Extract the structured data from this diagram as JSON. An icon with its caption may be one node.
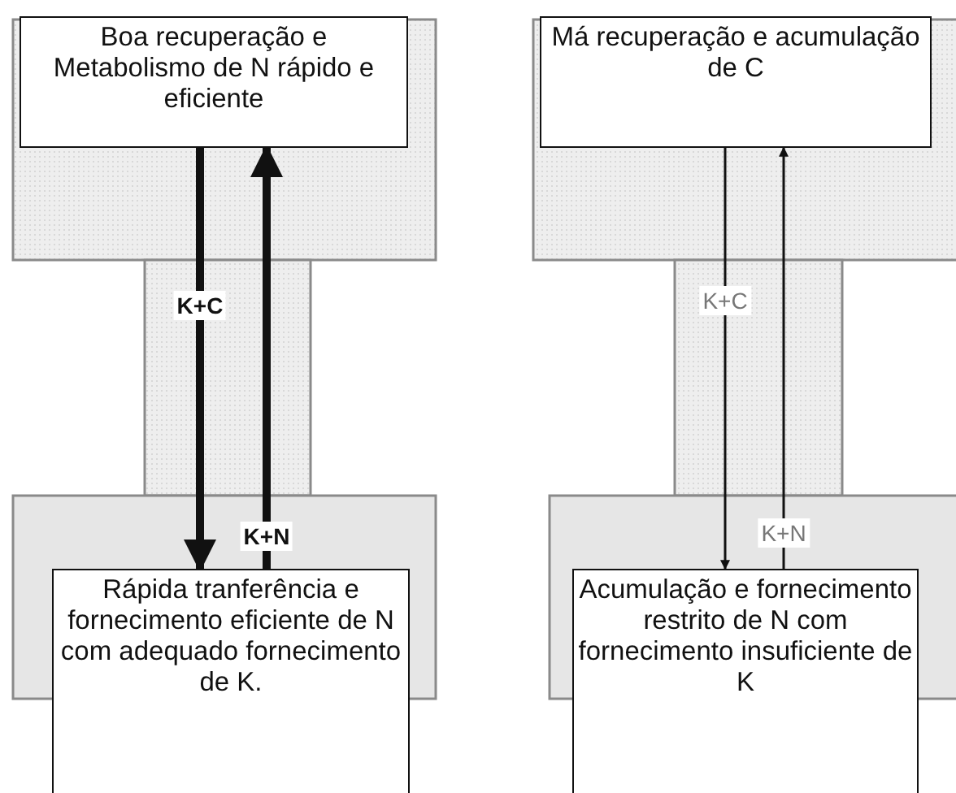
{
  "diagram": {
    "nodes": [
      {
        "text": [
          "Boa recuperação e Metabolismo de N rápido e eficiente"
        ]
      },
      {
        "text": [
          "Má recuperação e acumulação de C"
        ]
      },
      {
        "text": [
          "Rápida tranferência e fornecimento eficiente de N com adequado fornecimento de K."
        ]
      },
      {
        "text": [
          "Acumulação e fornecimento restrito de N com fornecimento insuficiente de K"
        ]
      }
    ],
    "edges": [
      {
        "from": 0,
        "to": 2,
        "arrow": "to",
        "label": "K+C",
        "style": "thick"
      },
      {
        "from": 2,
        "to": 0,
        "arrow": "to",
        "label": "K+N",
        "style": "thick"
      },
      {
        "from": 1,
        "to": 3,
        "arrow": "to",
        "label": "K+C"
      },
      {
        "from": 3,
        "to": 1,
        "arrow": "to",
        "label": "K+N"
      }
    ]
  }
}
